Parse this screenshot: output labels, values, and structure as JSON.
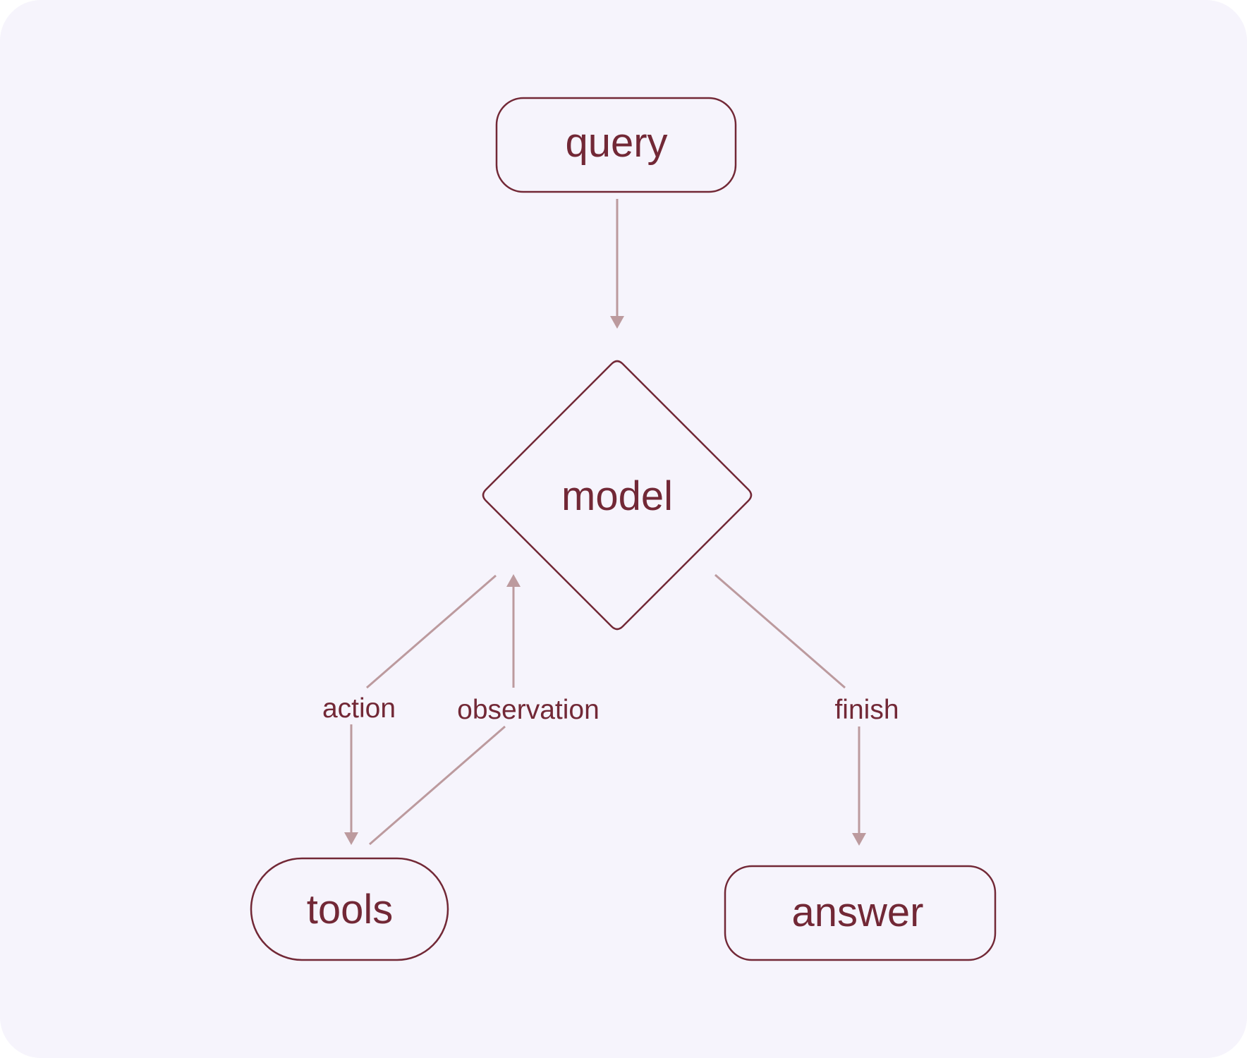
{
  "colors": {
    "background": "#f6f4fc",
    "node_stroke": "#722836",
    "node_text": "#722836",
    "edge": "#bc9a9e"
  },
  "nodes": {
    "query": "query",
    "model": "model",
    "tools": "tools",
    "answer": "answer"
  },
  "edges": {
    "action": "action",
    "observation": "observation",
    "finish": "finish"
  }
}
